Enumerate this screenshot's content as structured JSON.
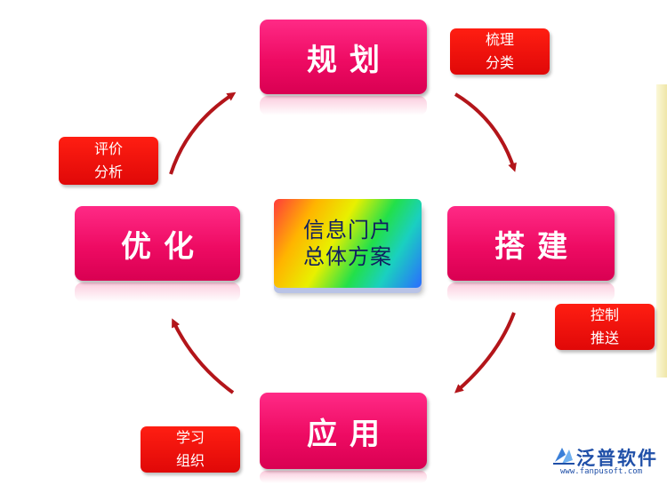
{
  "nodes": {
    "top": "规划",
    "right": "搭建",
    "bottom": "应用",
    "left": "优化"
  },
  "center": {
    "line1": "信息门户",
    "line2": "总体方案"
  },
  "tags": {
    "top_right": [
      "梳理",
      "分类"
    ],
    "right_bottom": [
      "控制",
      "推送"
    ],
    "bottom_left": [
      "学习",
      "组织"
    ],
    "left_top": [
      "评价",
      "分析"
    ]
  },
  "logo": {
    "name": "泛普软件",
    "url": "www.fanpusoft.com"
  },
  "colors": {
    "node": "#ee0b63",
    "tag": "#e80a0a",
    "arrow": "#b3151a",
    "logo": "#1f4fa8"
  }
}
